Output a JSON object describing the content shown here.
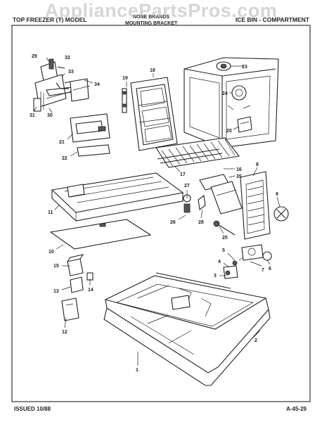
{
  "watermark": "AppliancePartsPros.com",
  "header": {
    "left": "TOP FREEZER (T) MODEL",
    "center_line1": "NONE BRANDS",
    "center_line2": "MOUNTING BRACKET",
    "right": "ICE BIN - COMPARTMENT"
  },
  "footer": {
    "issued": "ISSUED 10/88",
    "page_code": "A-45-29"
  },
  "callouts": {
    "c1": "1",
    "c2": "2",
    "c3": "3",
    "c4": "4",
    "c5": "5",
    "c6": "6",
    "c7": "7",
    "c8": "8",
    "c9": "9",
    "c10": "10",
    "c11": "11",
    "c12": "12",
    "c13": "13",
    "c14": "14",
    "c15": "15",
    "c16": "16",
    "c17": "17",
    "c18": "18",
    "c19": "19",
    "c20": "20",
    "c21": "21",
    "c22": "22",
    "c23": "23",
    "c24": "24",
    "c25": "25",
    "c26": "26",
    "c27": "27",
    "c28": "28",
    "c29": "29",
    "c30": "30",
    "c31": "31",
    "c32": "32",
    "c33": "33",
    "c34": "34",
    "c35": "35"
  }
}
